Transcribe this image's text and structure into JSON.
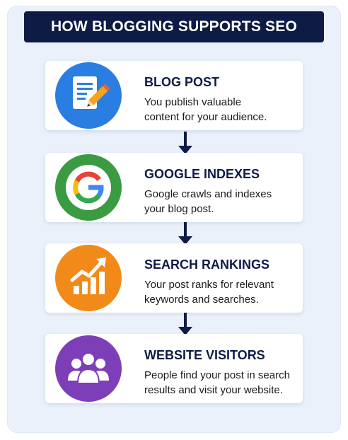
{
  "header": {
    "title": "HOW BLOGGING SUPPORTS SEO"
  },
  "steps": [
    {
      "title": "BLOG POST",
      "line1": "You publish valuable",
      "line2": "content for your audience.",
      "icon": "document-pencil-icon",
      "color": "#2a7de1"
    },
    {
      "title": "GOOGLE INDEXES",
      "line1": "Google crawls and indexes",
      "line2": "your blog post.",
      "icon": "google-logo-icon",
      "color": "#3a9b43"
    },
    {
      "title": "SEARCH RANKINGS",
      "line1": "Your post ranks for relevant",
      "line2": "keywords and searches.",
      "icon": "growth-chart-icon",
      "color": "#f28a1a"
    },
    {
      "title": "WEBSITE VISITORS",
      "line1": "People find your post in search",
      "line2": "results and visit your website.",
      "icon": "people-group-icon",
      "color": "#7d3fb8"
    }
  ],
  "colors": {
    "navy": "#0d1b45",
    "panel": "#eaf1fb"
  }
}
